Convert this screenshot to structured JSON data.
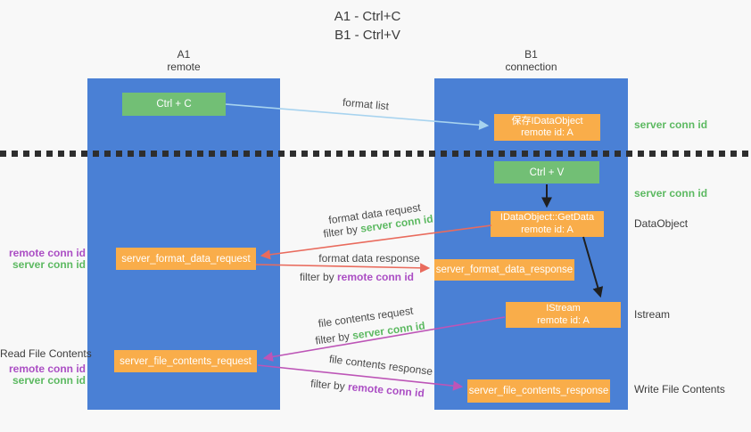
{
  "title": {
    "line1": "A1 - Ctrl+C",
    "line2": "B1 - Ctrl+V"
  },
  "columns": {
    "left": {
      "name": "A1",
      "subtitle": "remote"
    },
    "right": {
      "name": "B1",
      "subtitle": "connection"
    }
  },
  "nodes": {
    "ctrl_c": "Ctrl + C",
    "ctrl_v": "Ctrl + V",
    "save_idataobject": {
      "line1": "保存IDataObject",
      "line2": "remote id: A"
    },
    "getdata": {
      "line1": "IDataObject::GetData",
      "line2": "remote id: A"
    },
    "istream": {
      "line1": "IStream",
      "line2": "remote id: A"
    },
    "format_request": "server_format_data_request",
    "format_response": "server_format_data_response",
    "file_request": "server_file_contents_request",
    "file_response": "server_file_contents_response"
  },
  "arrow_labels": {
    "format_list": "format list",
    "format_data_request": "format data request",
    "filter_server_1": {
      "prefix": "filter by ",
      "highlight": "server conn id"
    },
    "format_data_response": "format data response",
    "filter_remote_1": {
      "prefix": "filter by ",
      "highlight": "remote conn id"
    },
    "file_contents_request": "file contents request",
    "filter_server_2": {
      "prefix": "filter by ",
      "highlight": "server conn id"
    },
    "file_contents_response": "file contents response",
    "filter_remote_2": {
      "prefix": "filter by ",
      "highlight": "remote conn id"
    }
  },
  "side_labels": {
    "right_server_conn_top": "server conn id",
    "right_server_conn_mid": "server conn id",
    "dataobject": "DataObject",
    "istream": "Istream",
    "write_file": "Write File Contents",
    "left_remote_conn_top": "remote conn id",
    "left_server_conn_top": "server conn id",
    "read_file": "Read File Contents",
    "left_remote_conn_bottom": "remote conn id",
    "left_server_conn_bottom": "server conn id"
  },
  "colors": {
    "background": "#f8f8f8",
    "column_blue": "#4a80d5",
    "node_orange": "#f9ad4a",
    "node_green": "#72bf75",
    "arrow_red": "#e96b5d",
    "arrow_purple": "#bd55b7",
    "arrow_lightblue": "#a7d3ef",
    "arrow_black": "#1f1f1f",
    "label_green": "#5cb961",
    "label_purple": "#ab4ec4",
    "dash_line": "#2e2e2e"
  }
}
